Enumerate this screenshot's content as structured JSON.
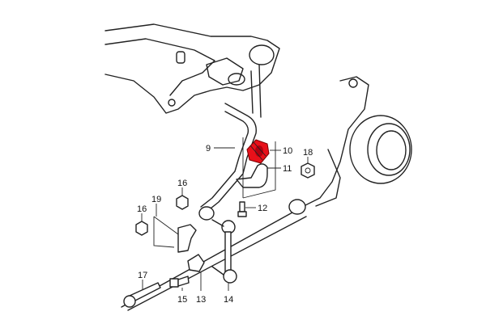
{
  "diagram": {
    "highlight_color": "#e8101a",
    "highlighted_part": "10",
    "callouts": [
      {
        "id": "c9",
        "label": "9"
      },
      {
        "id": "c10",
        "label": "10"
      },
      {
        "id": "c11",
        "label": "11"
      },
      {
        "id": "c12",
        "label": "12"
      },
      {
        "id": "c13",
        "label": "13"
      },
      {
        "id": "c14",
        "label": "14"
      },
      {
        "id": "c15",
        "label": "15"
      },
      {
        "id": "c16a",
        "label": "16"
      },
      {
        "id": "c16b",
        "label": "16"
      },
      {
        "id": "c17",
        "label": "17"
      },
      {
        "id": "c18",
        "label": "18"
      },
      {
        "id": "c19",
        "label": "19"
      }
    ]
  }
}
